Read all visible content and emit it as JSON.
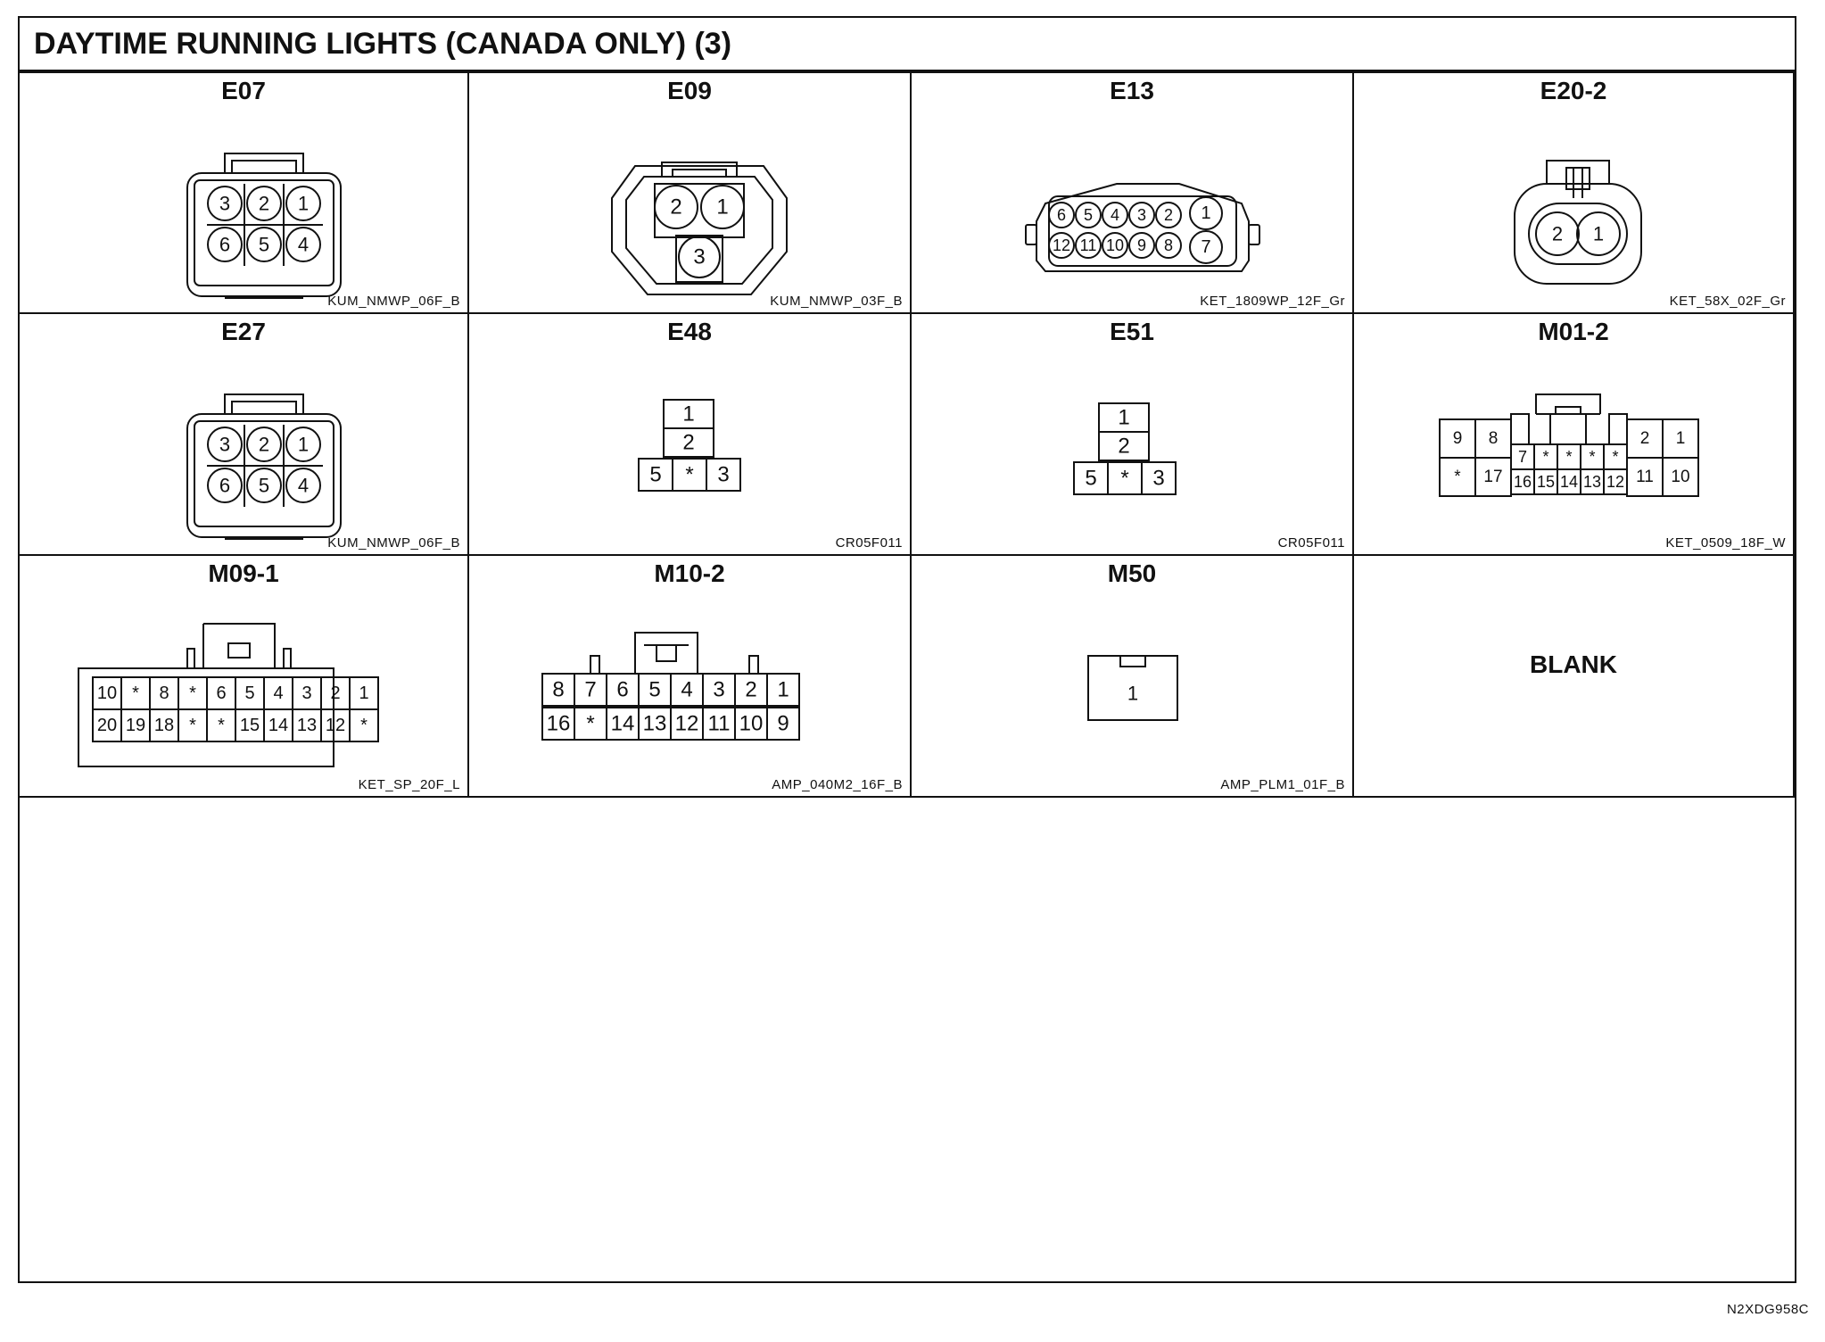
{
  "title": "DAYTIME RUNNING LIGHTS (CANADA ONLY) (3)",
  "figure_code": "N2XDG958C",
  "connectors": [
    {
      "name": "E07",
      "part": "KUM_NMWP_06F_B",
      "pins": [
        [
          "3",
          "2",
          "1"
        ],
        [
          "6",
          "5",
          "4"
        ]
      ]
    },
    {
      "name": "E09",
      "part": "KUM_NMWP_03F_B",
      "pins": [
        [
          "2",
          "1"
        ],
        [
          "3"
        ]
      ]
    },
    {
      "name": "E13",
      "part": "KET_1809WP_12F_Gr",
      "pins": [
        [
          "6",
          "5",
          "4",
          "3",
          "2",
          "1"
        ],
        [
          "12",
          "11",
          "10",
          "9",
          "8",
          "7"
        ]
      ]
    },
    {
      "name": "E20-2",
      "part": "KET_58X_02F_Gr",
      "pins": [
        [
          "2",
          "1"
        ]
      ]
    },
    {
      "name": "E27",
      "part": "KUM_NMWP_06F_B",
      "pins": [
        [
          "3",
          "2",
          "1"
        ],
        [
          "6",
          "5",
          "4"
        ]
      ]
    },
    {
      "name": "E48",
      "part": "CR05F011",
      "pins": [
        [
          "1"
        ],
        [
          "2"
        ],
        [
          "5",
          "*",
          "3"
        ]
      ]
    },
    {
      "name": "E51",
      "part": "CR05F011",
      "pins": [
        [
          "1"
        ],
        [
          "2"
        ],
        [
          "5",
          "*",
          "3"
        ]
      ]
    },
    {
      "name": "M01-2",
      "part": "KET_0509_18F_W",
      "pins": {
        "left_top": [
          "9",
          "8"
        ],
        "left_bottom": [
          "*",
          "17"
        ],
        "mid_top": [
          "7",
          "*",
          "*",
          "*",
          "*"
        ],
        "mid_bottom": [
          "16",
          "15",
          "14",
          "13",
          "12"
        ],
        "right_top": [
          "2",
          "1"
        ],
        "right_bottom": [
          "11",
          "10"
        ]
      }
    },
    {
      "name": "M09-1",
      "part": "KET_SP_20F_L",
      "pins": [
        [
          "10",
          "*",
          "8",
          "*",
          "6",
          "5",
          "4",
          "3",
          "2",
          "1"
        ],
        [
          "20",
          "19",
          "18",
          "*",
          "*",
          "15",
          "14",
          "13",
          "12",
          "*"
        ]
      ]
    },
    {
      "name": "M10-2",
      "part": "AMP_040M2_16F_B",
      "pins": [
        [
          "8",
          "7",
          "6",
          "5",
          "4",
          "3",
          "2",
          "1"
        ],
        [
          "16",
          "*",
          "14",
          "13",
          "12",
          "11",
          "10",
          "9"
        ]
      ]
    },
    {
      "name": "M50",
      "part": "AMP_PLM1_01F_B",
      "pins": [
        [
          "1"
        ]
      ]
    },
    {
      "name": "",
      "part": "",
      "blank": "BLANK"
    }
  ]
}
